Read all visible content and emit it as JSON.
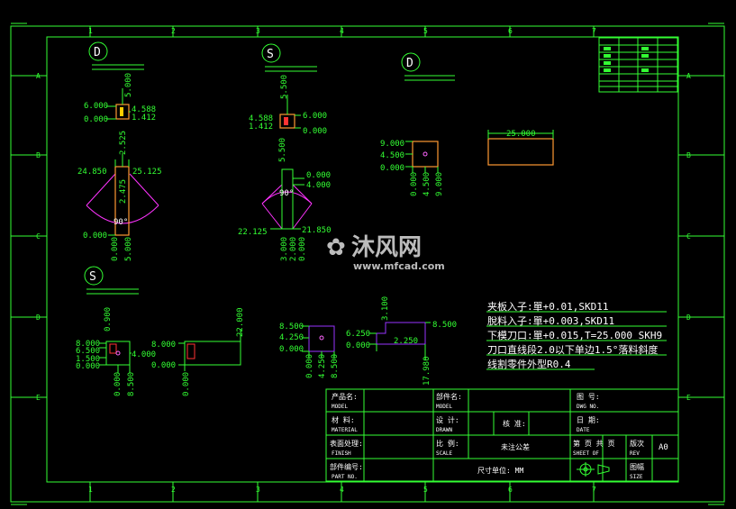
{
  "watermark": {
    "text": "沐风网",
    "url": "www.mfcad.com"
  },
  "border_numbers": [
    "1",
    "2",
    "3",
    "4",
    "5",
    "6",
    "7"
  ],
  "border_letters": [
    "A",
    "B",
    "C",
    "D",
    "E"
  ],
  "details": {
    "d1": {
      "symbol": "D",
      "dims": [
        "6.000",
        "0.000",
        "4.588",
        "1.412",
        "5.000"
      ]
    },
    "s1": {
      "symbol": "S",
      "dims": [
        "4.588",
        "1.412",
        "6.000",
        "0.000",
        "5.500"
      ]
    },
    "d2": {
      "symbol": "D",
      "dims": [
        "9.000",
        "4.500",
        "0.000",
        "0.000",
        "4.500",
        "9.000"
      ]
    },
    "rect25": {
      "dim": "25.000"
    },
    "fan1": {
      "dims": [
        "24.850",
        "25.125",
        "2.525",
        "2.475",
        "0.000",
        "0.000",
        "5.000",
        "90°"
      ]
    },
    "fan2": {
      "dims": [
        "5.500",
        "0.000",
        "4.000",
        "90°",
        "22.125",
        "21.850",
        "3.000",
        "2.000",
        "0.000"
      ]
    },
    "s2": {
      "symbol": "S",
      "dims": [
        "8.000",
        "6.500",
        "1.500",
        "0.000",
        "0.900",
        "4.000",
        "0.000",
        "8.500"
      ]
    },
    "bar22": {
      "dims": [
        "8.000",
        "0.000",
        "22.000",
        "0.000"
      ]
    },
    "step1": {
      "dims": [
        "8.500",
        "4.250",
        "0.000",
        "0.000",
        "4.250",
        "8.500"
      ]
    },
    "step2": {
      "dims": [
        "6.250",
        "0.000",
        "3.100",
        "2.250",
        "8.500",
        "17.980"
      ]
    }
  },
  "notes": [
    "夹板入子:單+0.01,SKD11",
    "脫料入子:單+0.003,SKD11",
    "下模刀口:單+0.015,T=25.000 SKH9",
    "刀口直线段2.0以下单边1.5°落料斜度",
    "线割零件外型R0.4"
  ],
  "title_block": {
    "product_name": "产品名:",
    "product_name_en": "MODEL",
    "part_name": "部件名:",
    "part_name_en": "MODEL",
    "drawing_no": "图 号:",
    "drawing_no_en": "DWG NO.",
    "material": "材 料:",
    "material_en": "MATERIAL",
    "designer": "设 计:",
    "designer_en": "DRAWN",
    "checker": "核 准:",
    "date": "日 期:",
    "date_en": "DATE",
    "surface": "表面处理:",
    "surface_en": "FINISH",
    "scale": "比 例:",
    "scale_en": "SCALE",
    "tolerance": "未注公差",
    "sheet": "第  页 共  页",
    "sheet_en": "SHEET   OF",
    "rev": "版次",
    "rev_en": "REV",
    "rev_value": "A0",
    "part_no": "部件编号:",
    "part_no_en": "PART NO.",
    "unit": "尺寸单位: MM",
    "size": "图幅",
    "size_en": "SIZE"
  }
}
